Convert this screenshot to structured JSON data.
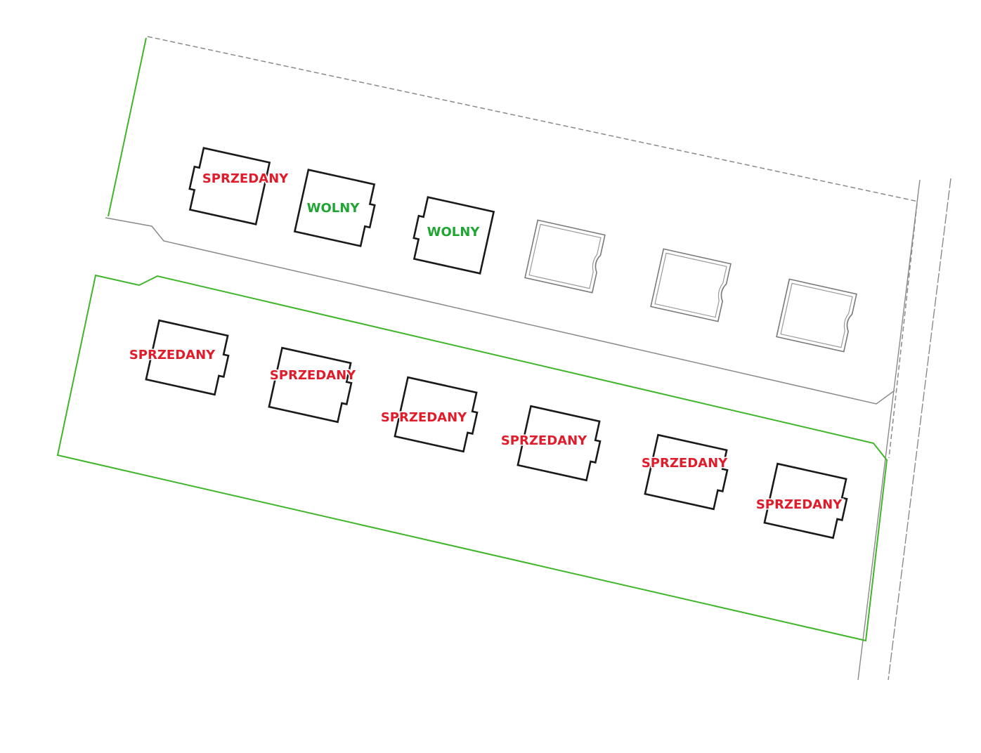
{
  "colors": {
    "sold": "#e01b2a",
    "free": "#1fa532",
    "plot_boundary": "#3fb52a",
    "site_lines": "#7a7a7a"
  },
  "plots": [
    {
      "id": "h1",
      "row": "top",
      "status": "sold",
      "label": "SPRZEDANY"
    },
    {
      "id": "h2",
      "row": "top",
      "status": "free",
      "label": "WOLNY"
    },
    {
      "id": "h3",
      "row": "top",
      "status": "free",
      "label": "WOLNY"
    },
    {
      "id": "h4",
      "row": "top",
      "status": "planned",
      "label": ""
    },
    {
      "id": "h5",
      "row": "top",
      "status": "planned",
      "label": ""
    },
    {
      "id": "h6",
      "row": "top",
      "status": "planned",
      "label": ""
    },
    {
      "id": "h7",
      "row": "bottom",
      "status": "sold",
      "label": "SPRZEDANY"
    },
    {
      "id": "h8",
      "row": "bottom",
      "status": "sold",
      "label": "SPRZEDANY"
    },
    {
      "id": "h9",
      "row": "bottom",
      "status": "sold",
      "label": "SPRZEDANY"
    },
    {
      "id": "h10",
      "row": "bottom",
      "status": "sold",
      "label": "SPRZEDANY"
    },
    {
      "id": "h11",
      "row": "bottom",
      "status": "sold",
      "label": "SPRZEDANY"
    },
    {
      "id": "h12",
      "row": "bottom",
      "status": "sold",
      "label": "SPRZEDANY"
    }
  ]
}
